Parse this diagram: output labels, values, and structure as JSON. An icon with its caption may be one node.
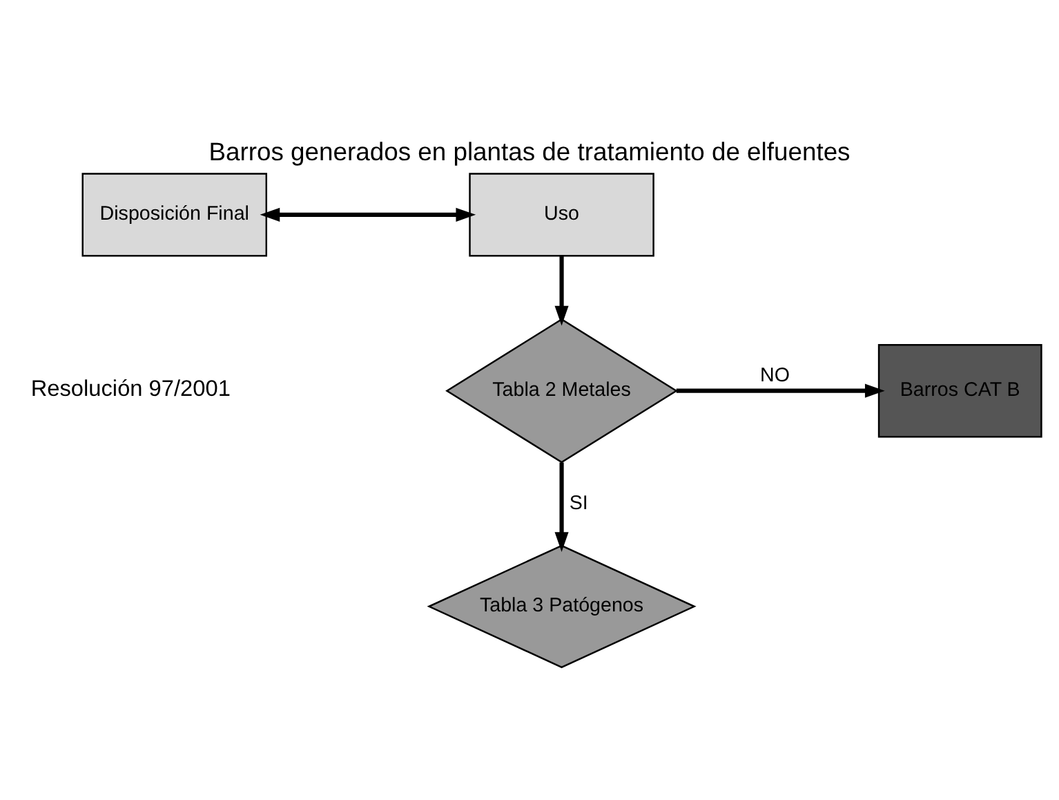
{
  "diagram": {
    "title": "Barros generados en plantas de tratamiento de elfuentes",
    "nodes": [
      {
        "text": [
          "Disposición Final"
        ]
      },
      {
        "text": [
          "Uso"
        ]
      },
      {
        "text": [
          "Tabla 2 Metales"
        ]
      },
      {
        "text": [
          "Barros CAT B"
        ]
      },
      {
        "text": [
          "Tabla 3 Patógenos"
        ]
      }
    ],
    "edges": [
      {
        "from": 0,
        "to": 1,
        "arrow": "both"
      },
      {
        "from": 1,
        "to": 2,
        "arrow": "to"
      },
      {
        "from": 2,
        "to": 3,
        "arrow": "to",
        "label": "NO"
      },
      {
        "from": 2,
        "to": 4,
        "arrow": "to",
        "label": "SI"
      }
    ],
    "labels": [
      "Resolución 97/2001"
    ]
  }
}
